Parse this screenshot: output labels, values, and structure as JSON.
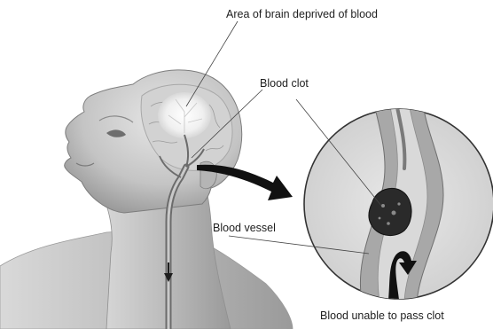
{
  "labels": {
    "area_deprived": "Area of brain deprived of blood",
    "blood_clot": "Blood clot",
    "blood_vessel": "Blood vessel",
    "blood_unable": "Blood unable to pass clot"
  },
  "colors": {
    "ink": "#1e1e1e",
    "skin_light": "#e4e4e4",
    "skin_mid": "#bdbdbd",
    "skin_dark": "#8c8c8c",
    "brain": "#f2f2f2",
    "clot": "#2a2a2a"
  }
}
